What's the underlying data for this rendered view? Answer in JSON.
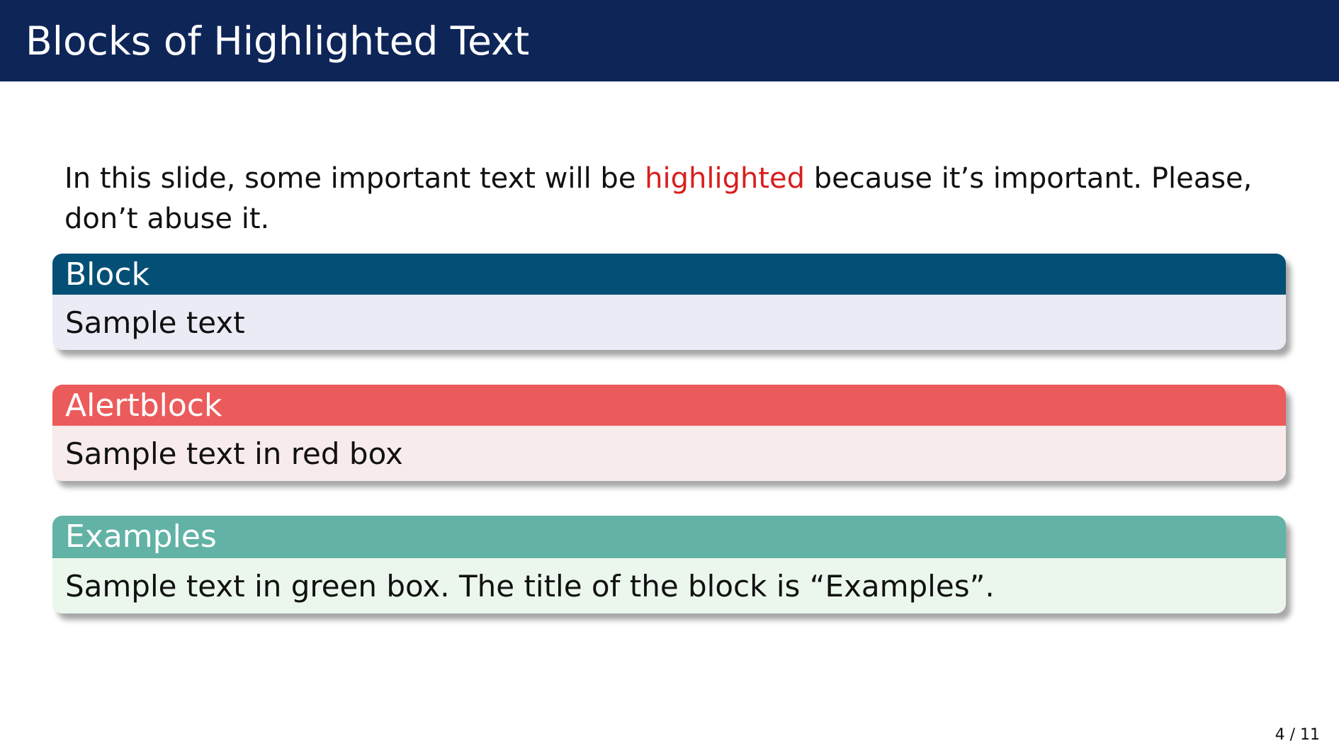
{
  "slide": {
    "title": "Blocks of Highlighted Text",
    "intro": {
      "before": "In this slide, some important text will be ",
      "highlight": "highlighted",
      "after": " because it’s important. Please, don’t abuse it."
    },
    "blocks": [
      {
        "title": "Block",
        "body": "Sample text",
        "header_color": "#044f75",
        "body_color": "#ebebf5"
      },
      {
        "title": "Alertblock",
        "body": "Sample text in red box",
        "header_color": "#ec5b5b",
        "body_color": "#f7ebeb"
      },
      {
        "title": "Examples",
        "body": "Sample text in green box. The title of the block is “Examples”.",
        "header_color": "#62b2a6",
        "body_color": "#ebf7ec"
      }
    ],
    "page_number": "4 / 11"
  },
  "colors": {
    "header_bar": "#0e2558",
    "highlight": "#d91e1e"
  }
}
